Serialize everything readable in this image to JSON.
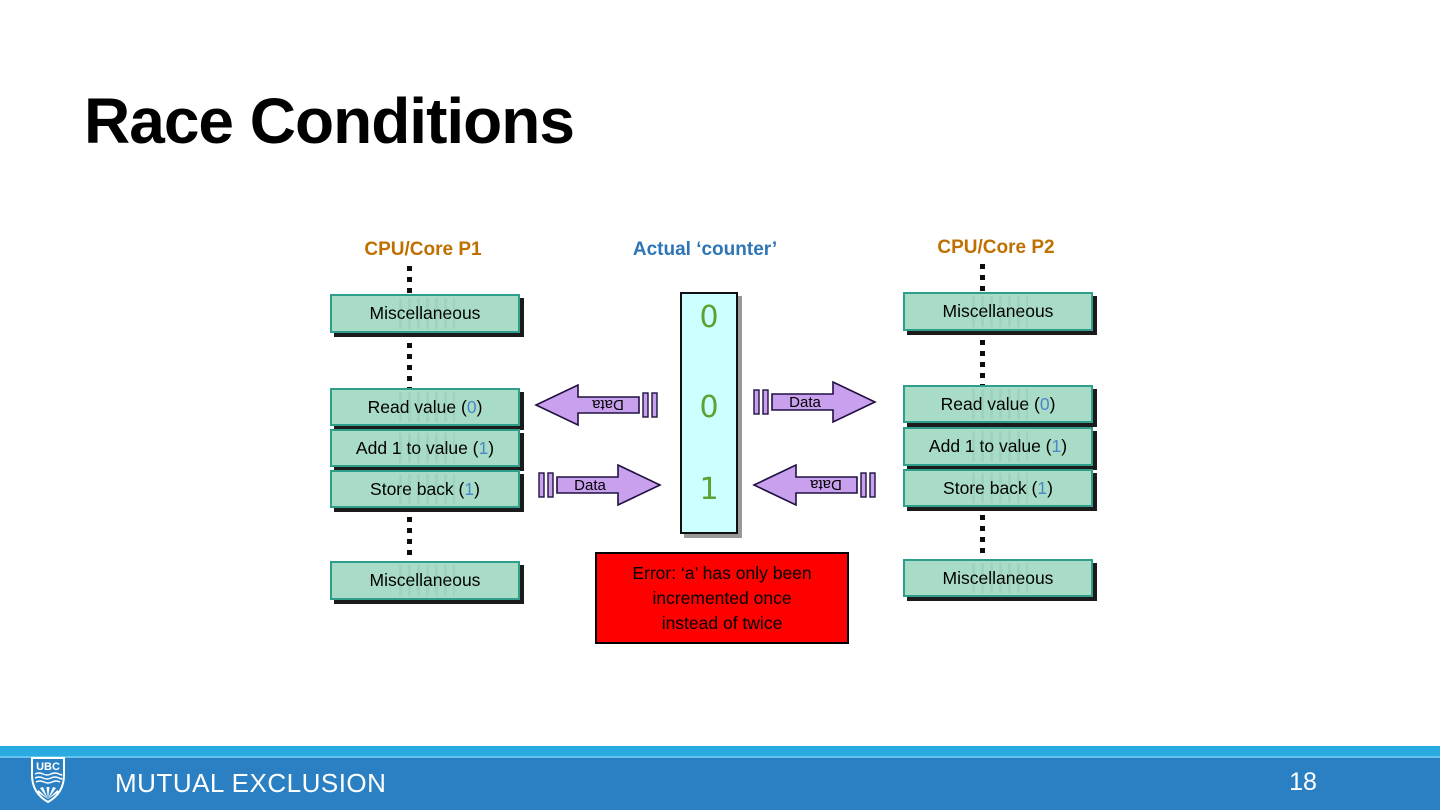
{
  "slide": {
    "title": "Race Conditions",
    "footer_label": "MUTUAL EXCLUSION",
    "page_number": "18",
    "logo_text": "UBC"
  },
  "diagram": {
    "p1": {
      "header": "CPU/Core P1",
      "boxes": [
        {
          "label": "Miscellaneous"
        },
        {
          "prefix": "Read value (",
          "value": "0",
          "suffix": ")"
        },
        {
          "prefix": "Add 1 to value (",
          "value": "1",
          "suffix": ")"
        },
        {
          "prefix": "Store back (",
          "value": "1",
          "suffix": ")"
        },
        {
          "label": "Miscellaneous"
        }
      ]
    },
    "counter": {
      "header": "Actual ‘counter’",
      "values": [
        "0",
        "0",
        "1"
      ]
    },
    "p2": {
      "header": "CPU/Core P2",
      "boxes": [
        {
          "label": "Miscellaneous"
        },
        {
          "prefix": "Read value (",
          "value": "0",
          "suffix": ")"
        },
        {
          "prefix": "Add 1 to value (",
          "value": "1",
          "suffix": ")"
        },
        {
          "prefix": "Store back (",
          "value": "1",
          "suffix": ")"
        },
        {
          "label": "Miscellaneous"
        }
      ]
    },
    "arrows": {
      "left_top": {
        "label": "Data",
        "direction": "left"
      },
      "left_bottom": {
        "label": "Data",
        "direction": "right"
      },
      "right_top": {
        "label": "Data",
        "direction": "right"
      },
      "right_bottom": {
        "label": "Data",
        "direction": "left"
      }
    },
    "error": {
      "lines": [
        "Error: ‘a’ has only been",
        "incremented once",
        "instead of twice"
      ]
    }
  },
  "colors": {
    "header_orange": "#C07000",
    "header_blue": "#2E75B6",
    "box_fill": "#A9DCC6",
    "box_border": "#2F9E8A",
    "counter_fill": "#CCFFFF",
    "counter_number_green": "#5AA332",
    "paren_number_blue": "#4A86C8",
    "arrow_fill": "#C9A0EE",
    "error_fill": "#FF0000",
    "footer_bar_blue": "#2A80C2",
    "footer_strip_blue": "#29ABE2"
  }
}
